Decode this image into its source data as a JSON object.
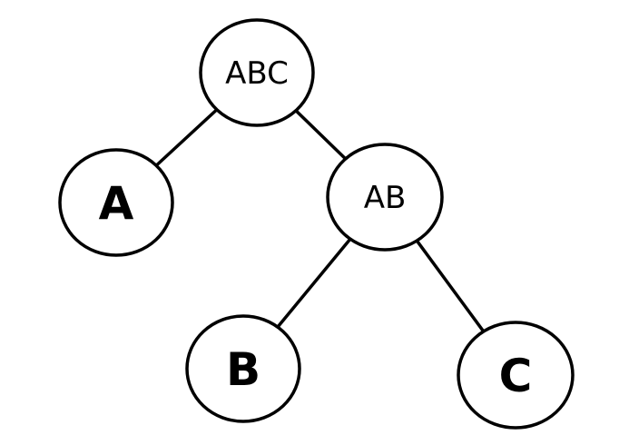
{
  "tree": {
    "nodes": [
      {
        "id": "ABC",
        "label": "ABC",
        "style": "thin"
      },
      {
        "id": "A",
        "label": "A",
        "style": "bold"
      },
      {
        "id": "AB",
        "label": "AB",
        "style": "thin"
      },
      {
        "id": "B",
        "label": "B",
        "style": "bold"
      },
      {
        "id": "C",
        "label": "C",
        "style": "bold"
      }
    ],
    "edges": [
      {
        "from": "ABC",
        "to": "A"
      },
      {
        "from": "ABC",
        "to": "AB"
      },
      {
        "from": "AB",
        "to": "B"
      },
      {
        "from": "AB",
        "to": "C"
      }
    ],
    "colors": {
      "stroke": "#000000",
      "fill": "#ffffff",
      "text": "#000000"
    }
  }
}
